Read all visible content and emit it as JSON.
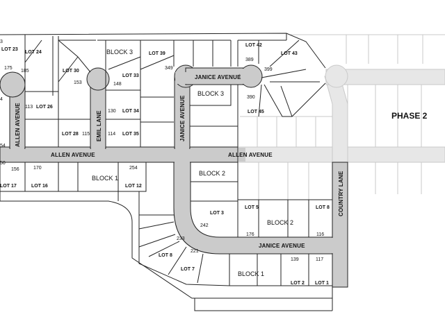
{
  "colors": {
    "road": "#cbcbcb",
    "road_future": "#e7e7e7",
    "line": "#222222",
    "line_future": "#c9c9c9",
    "text": "#111111"
  },
  "phase": {
    "label": "PHASE 2"
  },
  "streets": {
    "allen_avenue": "ALLEN AVENUE",
    "emil_lane": "EMIL LANE",
    "janice_avenue": "JANICE AVENUE",
    "country_lane": "COUNTRY LANE"
  },
  "blocks": {
    "block_1": "BLOCK 1",
    "block_2": "BLOCK 2",
    "block_3": "BLOCK 3"
  },
  "lots": {
    "lot_1": "LOT 1",
    "lot_2": "LOT 2",
    "lot_3": "LOT 3",
    "lot_5": "LOT 5",
    "lot_7": "LOT 7",
    "lot_8": "LOT 8",
    "lot_12": "LOT 12",
    "lot_16": "LOT 16",
    "lot_17": "LOT 17",
    "lot_23": "LOT 23",
    "lot_24": "LOT 24",
    "lot_26": "LOT 26",
    "lot_28": "LOT 28",
    "lot_30": "LOT 30",
    "lot_33": "LOT 33",
    "lot_34": "LOT 34",
    "lot_35": "LOT 35",
    "lot_39": "LOT 39",
    "lot_42": "LOT 42",
    "lot_43": "LOT 43",
    "lot_45": "LOT 45"
  },
  "numbers": {
    "n175": "175",
    "n185": "185",
    "n113": "113",
    "n170": "170",
    "n156": "156",
    "n153": "153",
    "n148": "148",
    "n130": "130",
    "n115": "115",
    "n114": "114",
    "n349": "349",
    "n389": "389",
    "n399": "399",
    "n390": "390",
    "n254": "254",
    "n242": "242",
    "n233": "233",
    "n221": "221",
    "n176": "176",
    "n116": "116",
    "n139": "139",
    "n117": "117",
    "n4": "4",
    "n54": "54",
    "n50": "50",
    "n3": "3"
  }
}
